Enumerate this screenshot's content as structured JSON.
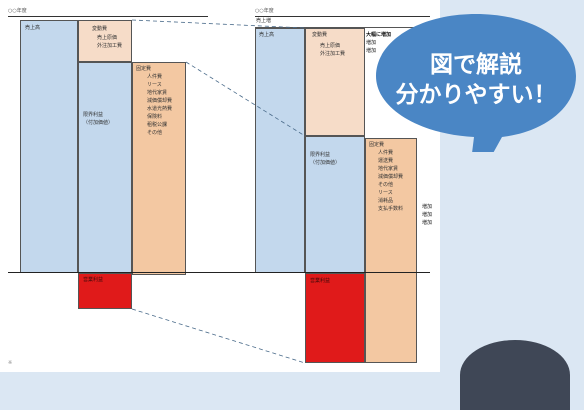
{
  "left_chart": {
    "period_label": "○○年度",
    "sales_label": "売上高",
    "variable_cost": {
      "label": "変動費",
      "items": [
        "売上原価",
        "外注加工費"
      ]
    },
    "marginal_profit": {
      "label": "限界利益",
      "sub": "（付加価値）"
    },
    "fixed_cost": {
      "label": "固定費",
      "items": [
        "人件費",
        "リース",
        "地代家賃",
        "減価償却費",
        "水道光熱費",
        "保険料",
        "租税公課",
        "その他"
      ]
    },
    "profit_label": "営業利益"
  },
  "right_chart": {
    "period_label": "○○年度",
    "sales_label": "売上高",
    "sales_increase_label": "売上増",
    "variable_cost": {
      "label": "変動費",
      "items": [
        "売上原価",
        "外注加工費"
      ]
    },
    "variable_notes": [
      "大幅に増加",
      "増加",
      "増加"
    ],
    "marginal_profit": {
      "label": "限界利益",
      "sub": "（付加価値）"
    },
    "fixed_cost": {
      "label": "固定費",
      "items": [
        "人件費",
        "運送費",
        "地代家賃",
        "減価償却費",
        "その他",
        "リース",
        "消耗品",
        "支払手数料"
      ]
    },
    "fixed_notes": [
      "増加",
      "増加",
      "増加"
    ],
    "profit_label": "営業利益"
  },
  "callout": {
    "line1": "図で解説",
    "line2": "分かりやすい！",
    "color": "#4a86c5"
  },
  "footer_note": "※",
  "colors": {
    "sales": "#c3d8ed",
    "variable": "#f6dcc8",
    "fixed": "#f3c8a2",
    "profit": "#e01a1a"
  }
}
